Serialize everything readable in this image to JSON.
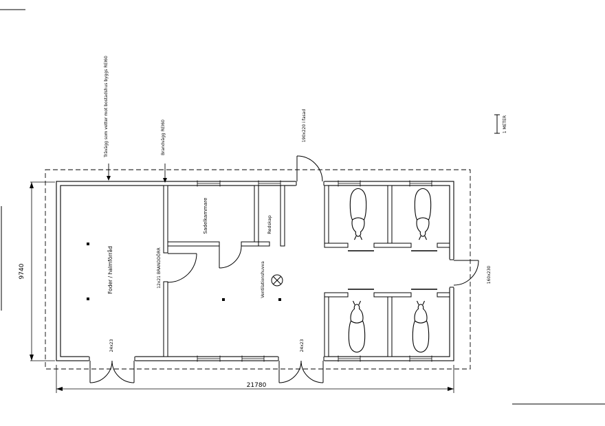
{
  "drawing_type": "stable floor plan",
  "colors": {
    "line": "#000000",
    "background": "#ffffff"
  },
  "rooms": {
    "feed_room": "Foder / halmförråd",
    "tack_room": "Sadelkammare",
    "tool_room": "Redskap"
  },
  "labels": {
    "fire_door": "12x21 BRANDDÖRR",
    "ventilation": "Ventilationshuvva",
    "door_size_left": "24x23",
    "door_size_mid": "24x23",
    "side_door_size": "160x230",
    "facade_door_size": "190x220 i fasad"
  },
  "notes": {
    "wood_wall": "Trävägg som vetter mot bostadshus byggs REI60",
    "fire_wall": "Brandvägg REI60"
  },
  "dimensions": {
    "height_mm": "9740",
    "width_mm": "21780"
  },
  "scale_bar": {
    "label": "1 METER"
  }
}
